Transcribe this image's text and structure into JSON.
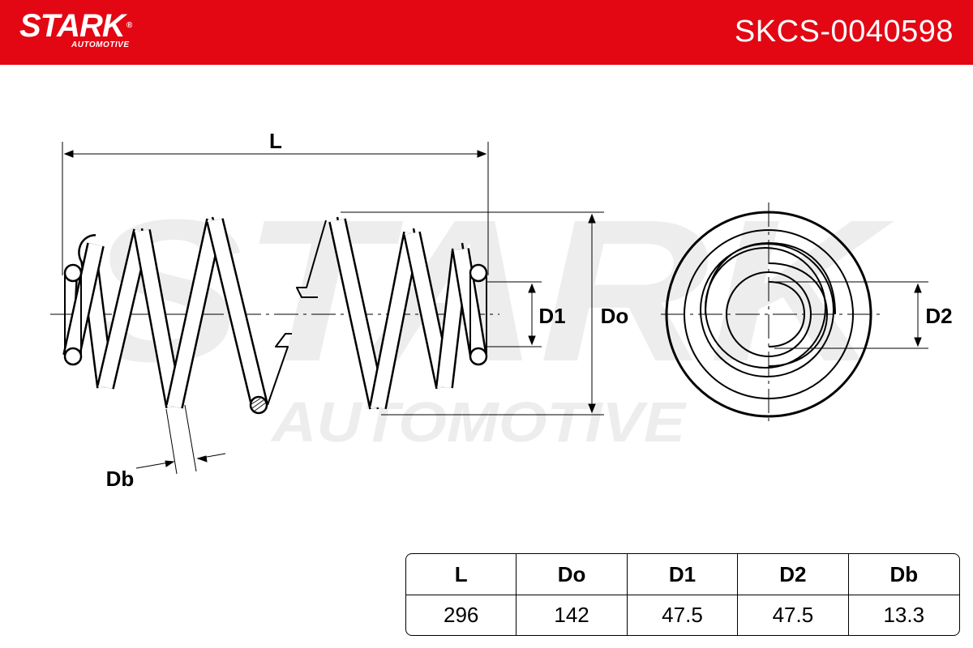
{
  "header": {
    "brand": "STARK",
    "brand_sub": "AUTOMOTIVE",
    "part_number": "SKCS-0040598",
    "color": "#e30613"
  },
  "watermark": {
    "main": "STARK",
    "sub": "AUTOMOTIVE"
  },
  "diagram": {
    "label_L": "L",
    "label_D1": "D1",
    "label_Do": "Do",
    "label_D2": "D2",
    "label_Db": "Db"
  },
  "table": {
    "headers": [
      "L",
      "Do",
      "D1",
      "D2",
      "Db"
    ],
    "values": [
      "296",
      "142",
      "47.5",
      "47.5",
      "13.3"
    ]
  }
}
